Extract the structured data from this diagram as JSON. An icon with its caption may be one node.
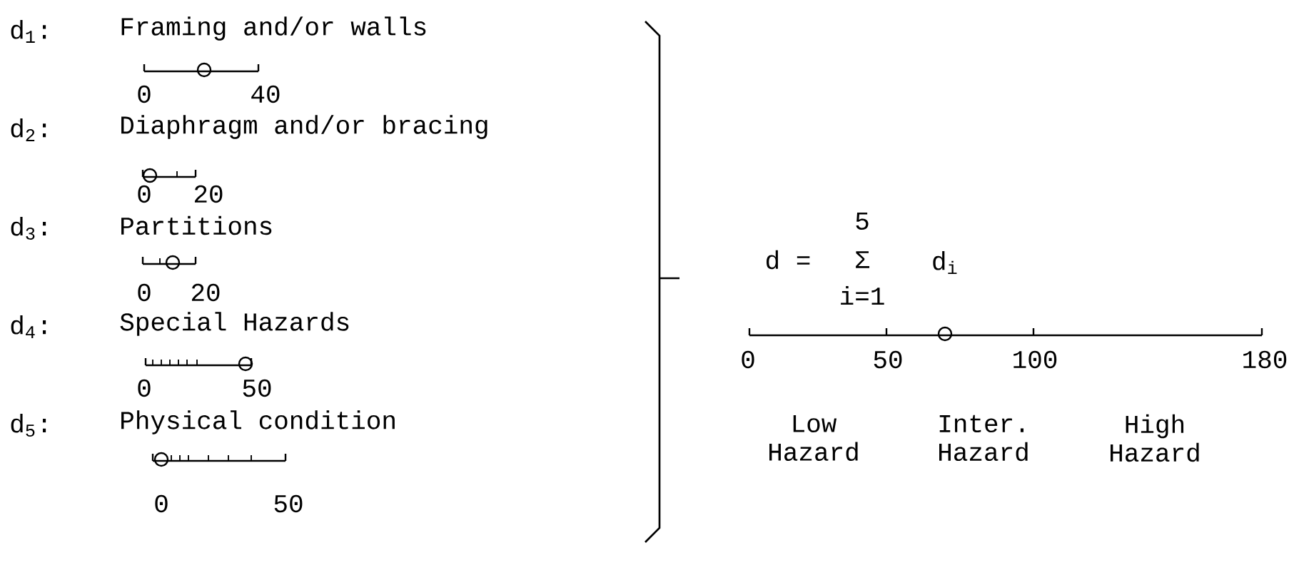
{
  "diagram": {
    "labels": [
      "d$_{1}$:",
      "Framing and/or walls",
      "0",
      "40",
      "d$_{2}$:",
      "Diaphragm and/or bracing",
      "0",
      "20",
      "d$_{3}$:",
      "Partitions",
      "0",
      "20",
      "d$_{4}$:",
      "Special Hazards",
      "0",
      "50",
      "d$_{5}$:",
      "Physical condition",
      "0",
      "50",
      "5",
      "d =",
      "Σ",
      "d$_{i}$",
      "i=1",
      "0",
      "50",
      "100",
      "180",
      "Low Hazard",
      "Inter. Hazard",
      "High Hazard"
    ]
  }
}
